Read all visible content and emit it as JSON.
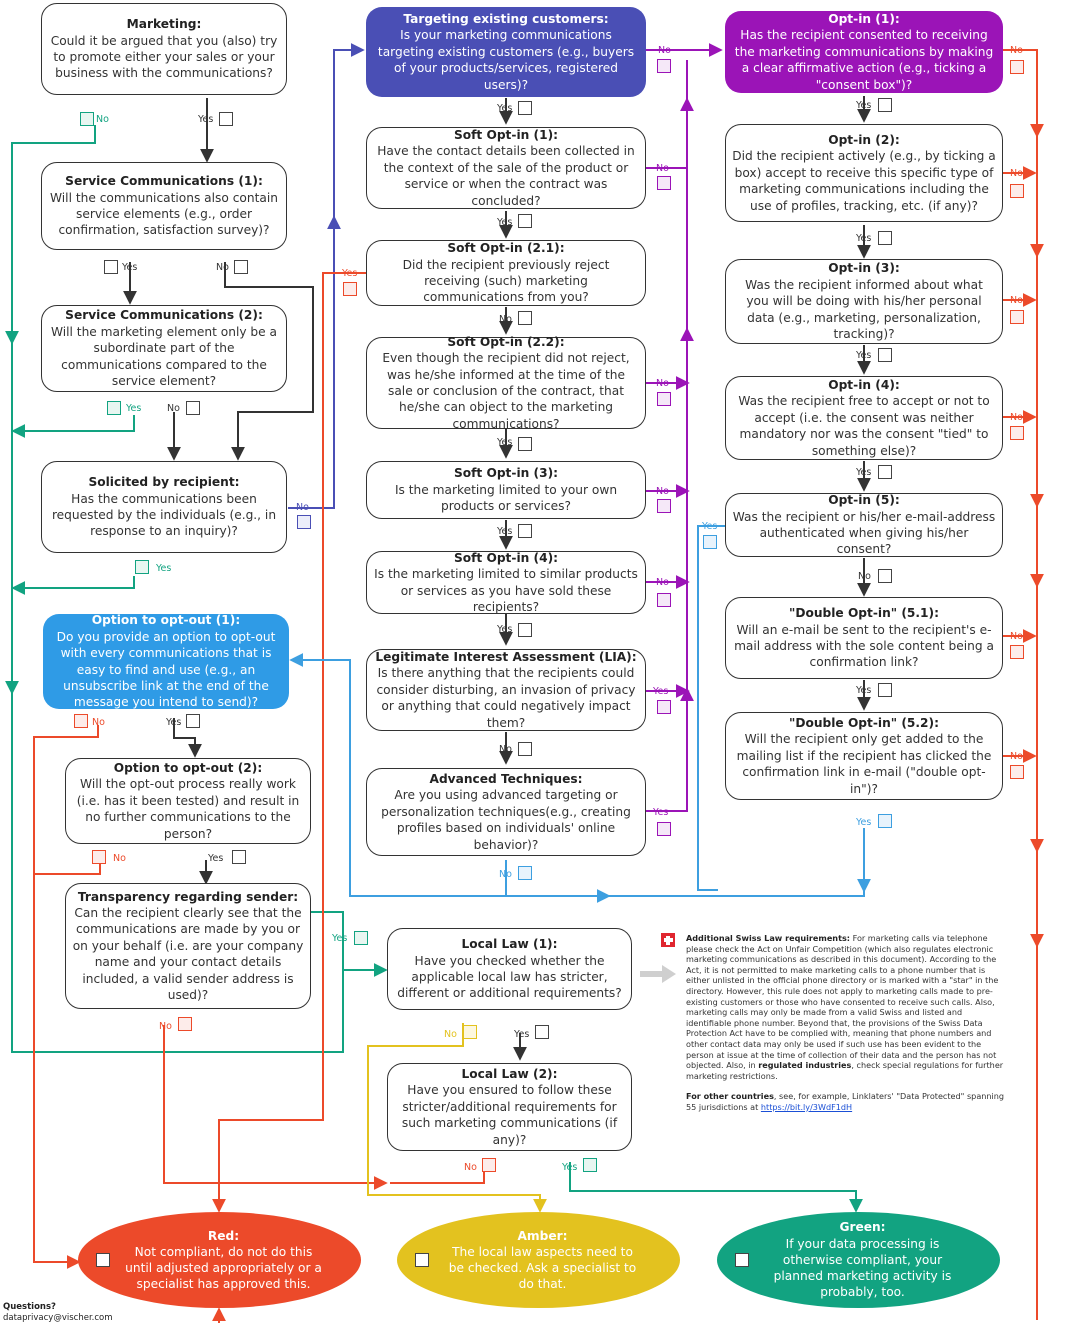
{
  "colors": {
    "dark": "#333333",
    "green": "#12a381",
    "red": "#ec4a2a",
    "purple": "#9b14b7",
    "blue": "#2f9be6",
    "amber": "#e3c21f",
    "indigo": "#4a4fb5",
    "lightblue": "#3d9fe0"
  },
  "boxes": {
    "marketing": {
      "title": "Marketing:",
      "body": "Could it be argued that you (also) try to promote either your sales or your business with the communications?"
    },
    "service1": {
      "title": "Service Communications (1):",
      "body": "Will the communications also contain service elements (e.g., order confirmation, satisfaction survey)?"
    },
    "service2": {
      "title": "Service Communications (2):",
      "body": "Will the marketing element only be a subordinate part of the communications compared to the service element?"
    },
    "solicited": {
      "title": "Solicited by recipient:",
      "body": "Has the communications been requested by the individuals (e.g., in response to an inquiry)?"
    },
    "optout1": {
      "title": "Option to opt-out (1):",
      "body": "Do you provide an option to opt-out with every communications that is easy to find and use (e.g., an unsubscribe link at the end of the message you intend to send)?"
    },
    "optout2": {
      "title": "Option to opt-out (2):",
      "body": "Will the opt-out process really work (i.e. has it been tested) and result in no further communications to the person?"
    },
    "transparency": {
      "title": "Transparency regarding sender:",
      "body": "Can the recipient clearly see that the communications are made by you or on your behalf (i.e. are your company name and your contact details included, a valid sender address is used)?"
    },
    "targeting": {
      "title": "Targeting existing customers:",
      "body": "Is your marketing communications targeting existing customers (e.g., buyers of your products/services, registered users)?"
    },
    "soft1": {
      "title": "Soft Opt-in (1):",
      "body": "Have the contact details been collected in the context of the sale of the product or service or when the contract was concluded?"
    },
    "soft21": {
      "title": "Soft Opt-in (2.1):",
      "body": "Did the recipient previously reject receiving (such) marketing communications from you?"
    },
    "soft22": {
      "title": "Soft Opt-in (2.2):",
      "body": "Even though the recipient did not reject, was he/she informed at the time of the sale or conclusion of the contract, that he/she can object to the marketing communications?"
    },
    "soft3": {
      "title": "Soft Opt-in (3):",
      "body": "Is the marketing limited to your own products or services?"
    },
    "soft4": {
      "title": "Soft Opt-in (4):",
      "body": "Is the marketing limited to similar products or services as you have sold these recipients?"
    },
    "lia": {
      "title": "Legitimate Interest Assessment (LIA):",
      "body": "Is there anything that the recipients could consider disturbing, an invasion of privacy or anything that could negatively impact them?"
    },
    "advanced": {
      "title": "Advanced Techniques:",
      "body": "Are you using advanced targeting or personalization techniques(e.g., creating profiles based on individuals' online behavior)?"
    },
    "local1": {
      "title": "Local Law (1):",
      "body": "Have you checked whether the applicable local law has stricter, different or additional requirements?"
    },
    "local2": {
      "title": "Local Law (2):",
      "body": "Have you ensured to follow these stricter/additional requirements for such marketing communications (if any)?"
    },
    "optin1": {
      "title": "Opt-in (1):",
      "body": "Has the recipient consented to receiving the marketing communications by making a clear affirmative action (e.g., ticking a \"consent box\")?"
    },
    "optin2": {
      "title": "Opt-in (2):",
      "body": "Did the recipient actively (e.g., by ticking a box) accept to receive this specific type of marketing communications including the use of profiles, tracking, etc. (if any)?"
    },
    "optin3": {
      "title": "Opt-in (3):",
      "body": "Was the recipient informed about what you will be doing with his/her personal data (e.g., marketing, personalization, tracking)?"
    },
    "optin4": {
      "title": "Opt-in (4):",
      "body": "Was the recipient free to accept or not to accept (i.e. the consent was neither mandatory nor was the consent \"tied\" to something else)?"
    },
    "optin5": {
      "title": "Opt-in (5):",
      "body": "Was the recipient or his/her e-mail-address authenticated when giving his/her consent?"
    },
    "doi51": {
      "title": "\"Double Opt-in\" (5.1):",
      "body": "Will an e-mail be sent to the recipient's e-mail address with the sole content being a confirmation link?"
    },
    "doi52": {
      "title": "\"Double Opt-in\" (5.2):",
      "body": "Will the recipient only get added to the mailing list if the recipient has clicked the confirmation link in e-mail (\"double opt-in\")?"
    }
  },
  "outcomes": {
    "red": {
      "title": "Red:",
      "body": "Not compliant, do not do this until adjusted appropriately or a specialist has approved this."
    },
    "amber": {
      "title": "Amber:",
      "body": "The local law aspects need to be checked. Ask a specialist to do that."
    },
    "green": {
      "title": "Green:",
      "body": "If your data processing is otherwise compliant, your planned marketing activity is probably, too."
    }
  },
  "labels": {
    "yes": "Yes",
    "no": "No"
  },
  "note": {
    "swiss_heading": "Additional Swiss Law requirements:",
    "swiss_text_1": "For marketing calls via telephone please check the Act on Unfair Competition (which also regulates electronic marketing communications as described in this document). According to the Act, it is not permitted to make marketing calls to a phone number that is either unlisted in the official phone directory or is marked with a \"star\" in the directory. However, this rule does not apply to marketing calls made to pre-existing customers or those who have consented to receive such calls. Also, marketing calls may only be made from a valid Swiss and listed and identifiable phone number. Beyond that, the provisions of the Swiss Data Protection Act have to be complied with, meaning that phone numbers and other contact data may only be used if such use has been evident to the person at issue at the time of collection of their data and the person has not objected. Also, in",
    "swiss_bold_2": "regulated industries",
    "swiss_text_3": ", check special regulations for further marketing restrictions.",
    "other_heading": "For other countries",
    "other_text": ", see, for example, Linklaters' \"Data Protected\" spanning 55 jurisdictions at",
    "other_link": "https://bit.ly/3WdF1dH"
  },
  "footer": {
    "questions": "Questions?",
    "email": "dataprivacy@vischer.com"
  }
}
